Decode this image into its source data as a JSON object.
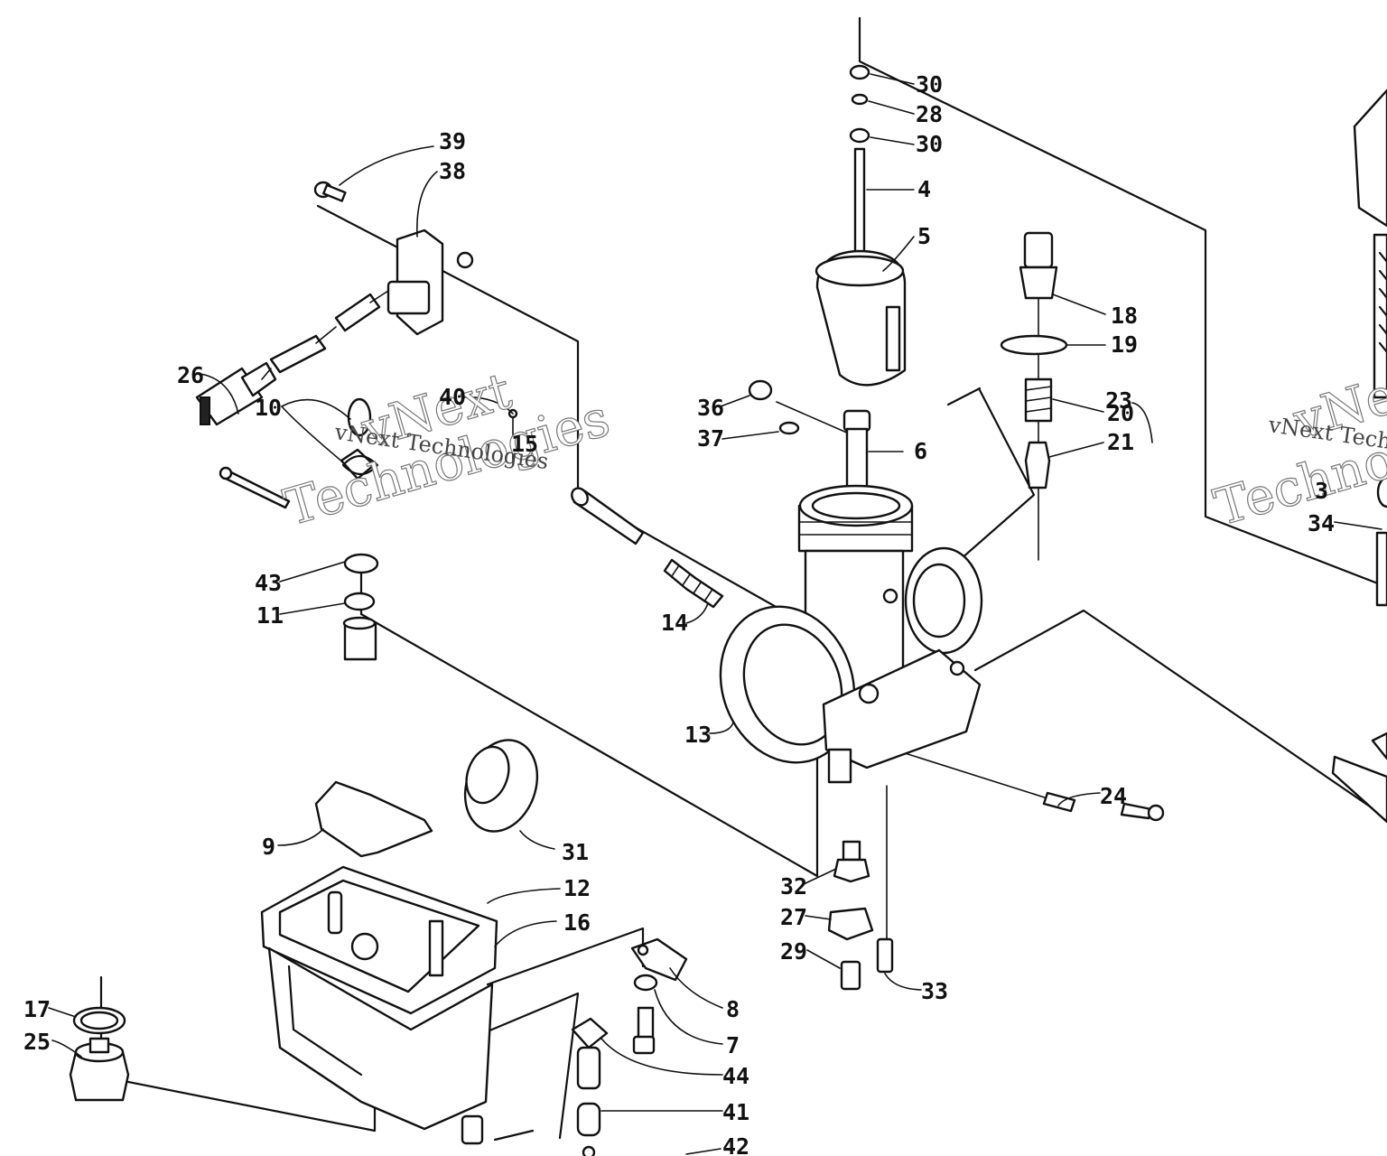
{
  "watermark": {
    "brand_top": "vNext",
    "brand_bottom": "Technologies",
    "tagline": "vNext Technologies"
  },
  "callouts": {
    "c1": "39",
    "c2": "38",
    "c3": "30",
    "c4": "28",
    "c5": "30",
    "c6": "4",
    "c7": "5",
    "c8": "18",
    "c9": "19",
    "c10": "20",
    "c11": "21",
    "c12": "36",
    "c13": "37",
    "c14": "6",
    "c15": "15",
    "c16": "14",
    "c17": "13",
    "c18": "43",
    "c19": "11",
    "c20": "10",
    "c21": "26",
    "c22": "40",
    "c23": "9",
    "c24": "31",
    "c25": "12",
    "c26": "16",
    "c27": "17",
    "c28": "25",
    "c29": "23",
    "c30": "24",
    "c31": "32",
    "c32": "27",
    "c33": "29",
    "c34": "33",
    "c35": "8",
    "c36": "7",
    "c37": "44",
    "c38": "41",
    "c39": "42",
    "c40": "3",
    "c41": "34"
  }
}
